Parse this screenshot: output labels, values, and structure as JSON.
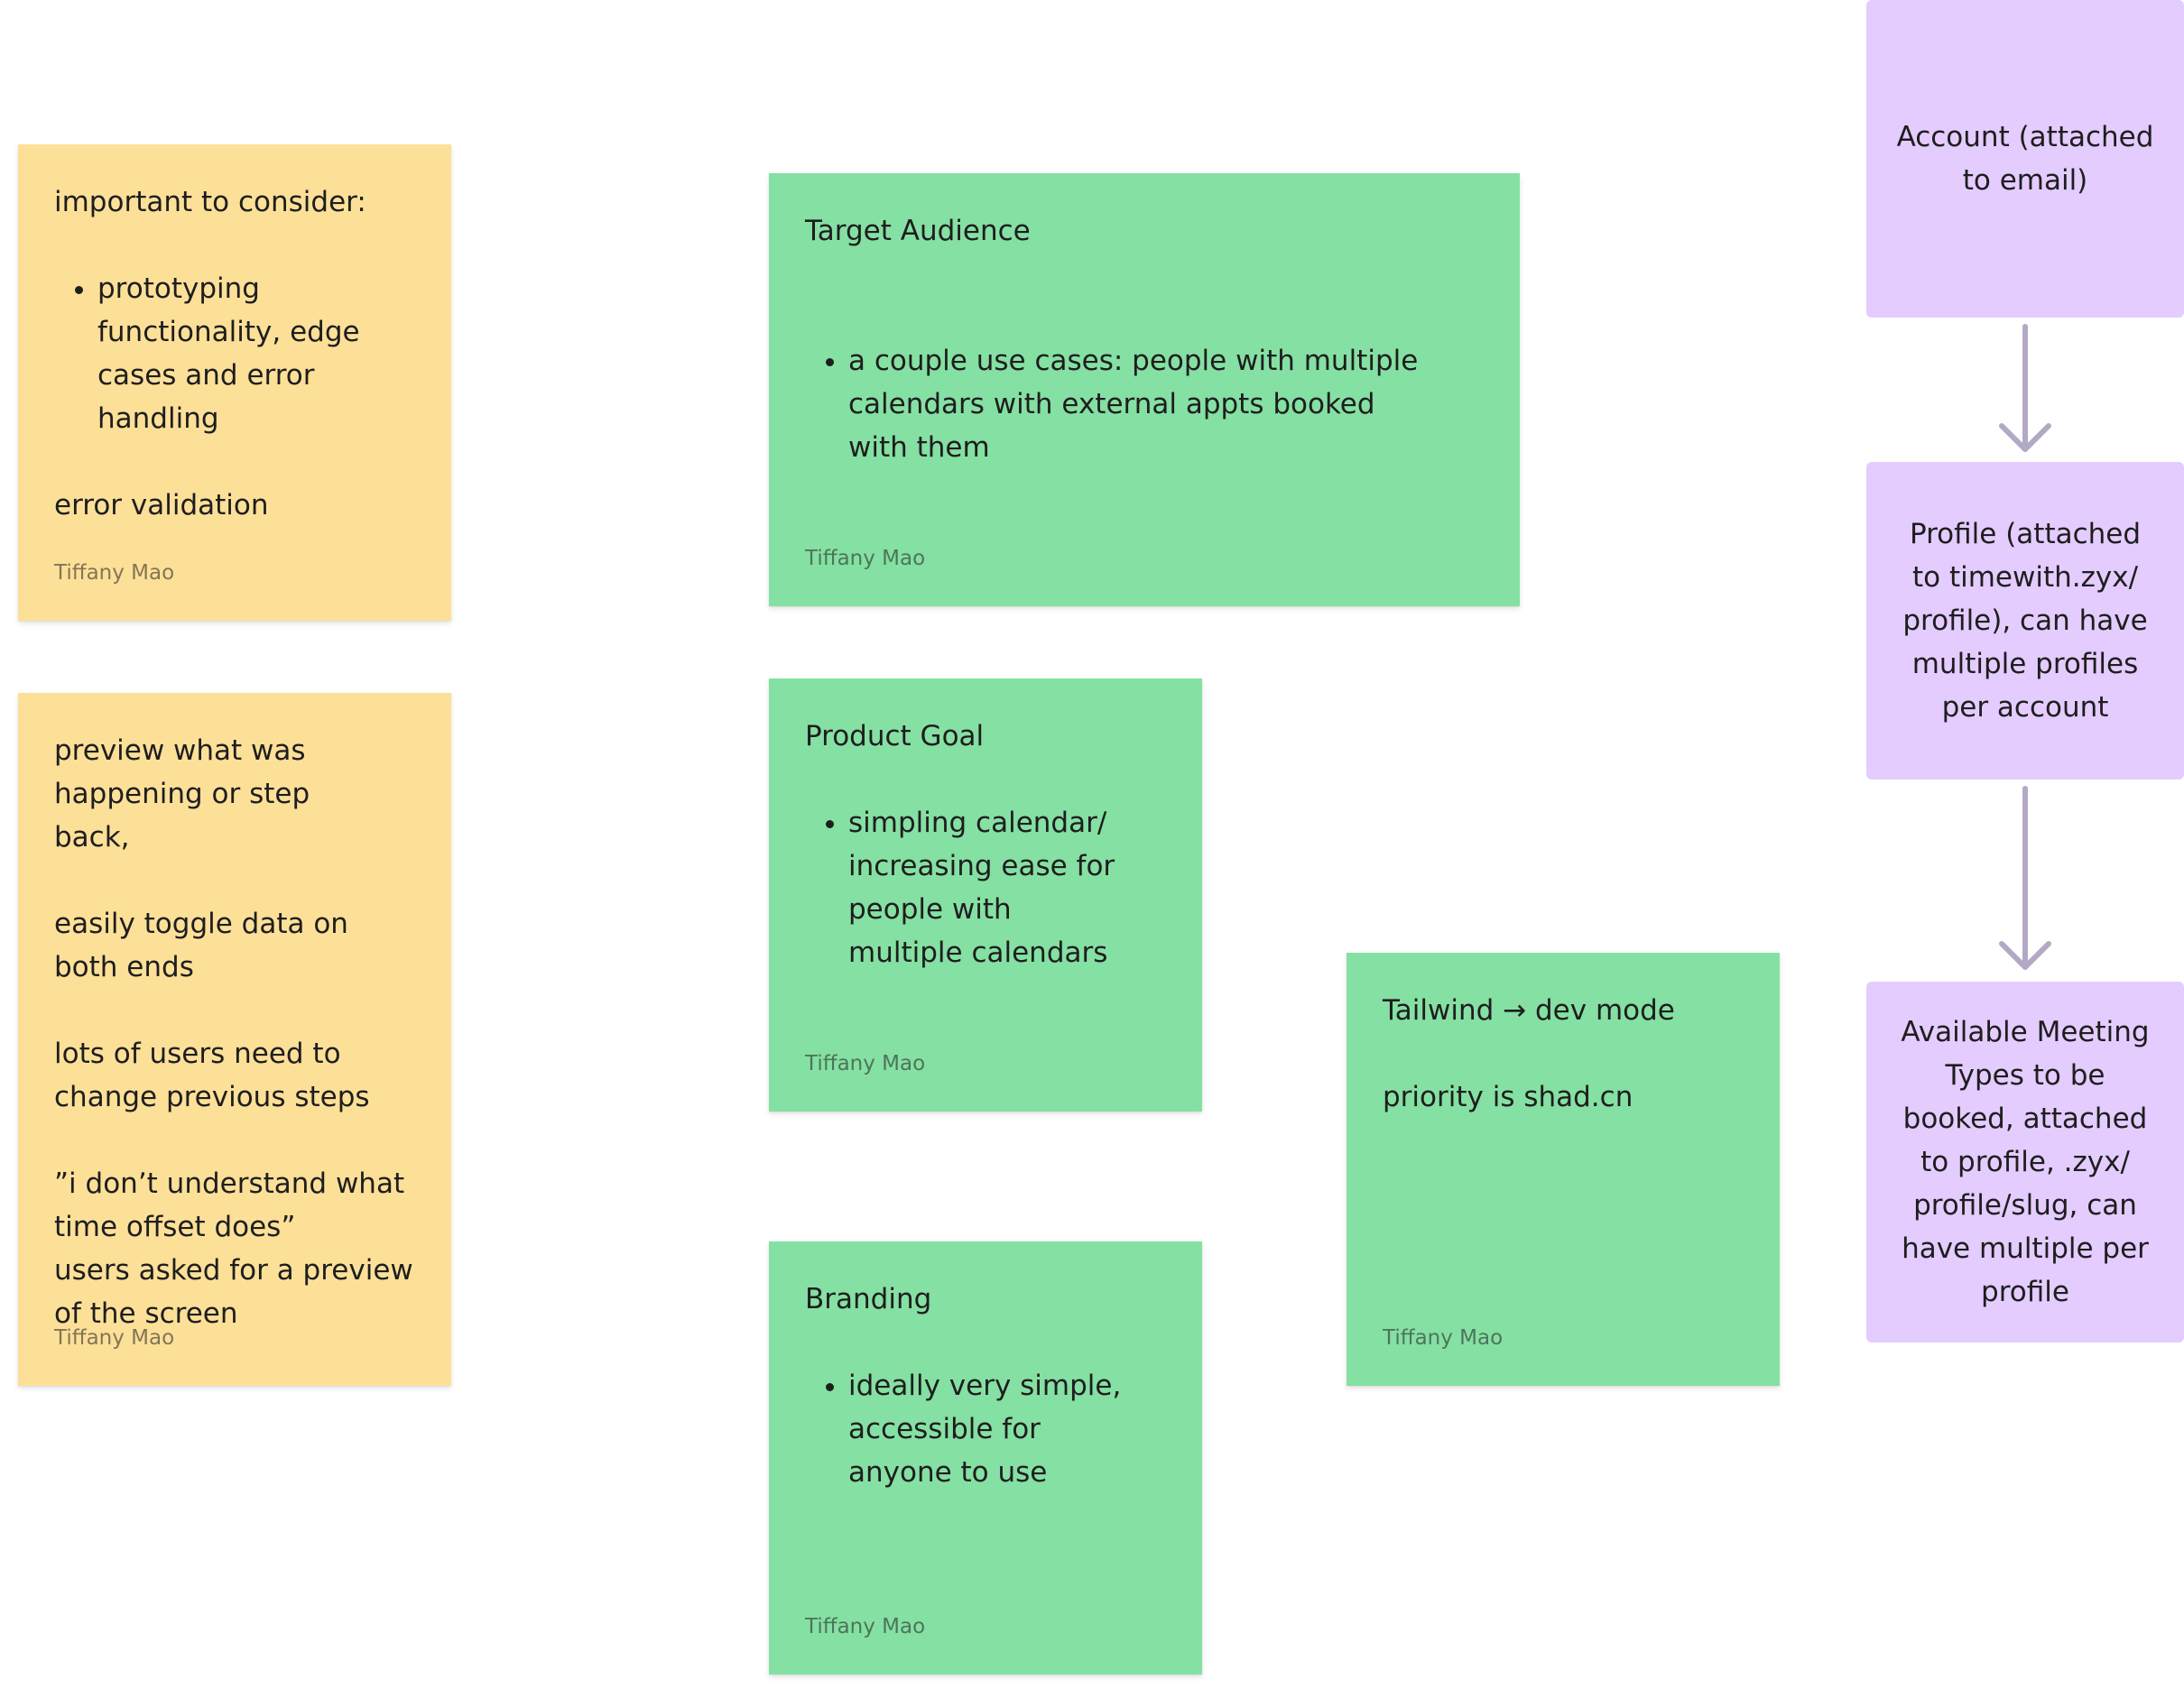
{
  "stickies": {
    "considerations": {
      "heading": "important to consider:",
      "bullet": "prototyping functionality, edge cases and error handling",
      "footer_line": "error validation",
      "author": "Tiffany Mao"
    },
    "feedback": {
      "line1": "preview what was happening or step back,",
      "line2": "easily toggle data on both ends",
      "line3": "lots of users need to change previous steps",
      "line4": "”i don’t understand what time offset does”",
      "line5": "users asked for a preview of the screen",
      "author": "Tiffany Mao"
    },
    "target_audience": {
      "title": "Target Audience",
      "bullet": "a couple use cases: people with multiple calendars with external appts booked with them",
      "author": "Tiffany Mao"
    },
    "product_goal": {
      "title": "Product Goal",
      "bullet": "simpling calendar/ increasing ease for people with multiple calendars",
      "author": "Tiffany Mao"
    },
    "branding": {
      "title": "Branding",
      "bullet": "ideally very simple, accessible for anyone to use",
      "author": "Tiffany Mao"
    },
    "tailwind": {
      "title": "Tailwind → dev mode",
      "line": "priority is shad.cn",
      "author": "Tiffany Mao"
    }
  },
  "flow": {
    "account": "Account (attached to email)",
    "profile": "Profile (attached to timewith.zyx/ profile), can have multiple profiles per account",
    "meeting_types": "Available Meeting Types to be booked, attached to profile, .zyx/ profile/slug, can have multiple per profile"
  },
  "colors": {
    "sticky_yellow": "#fde098",
    "sticky_green": "#85e0a3",
    "shape_purple": "#e4ccff",
    "connector": "#b3a9c5"
  }
}
